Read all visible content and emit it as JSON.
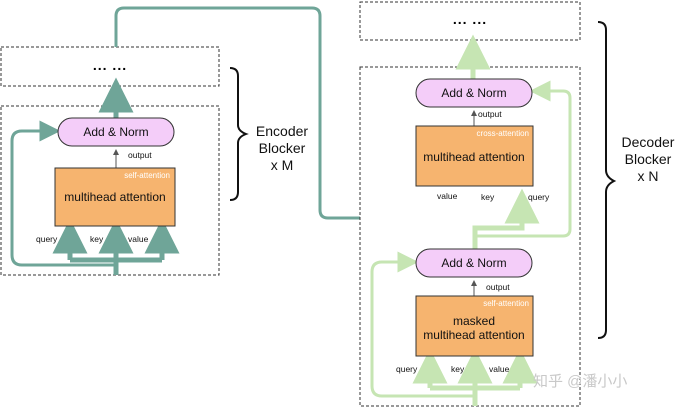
{
  "encoder": {
    "top_box": "... ...",
    "add_norm": "Add & Norm",
    "output": "output",
    "tag": "self-attention",
    "attention": "multihead attention",
    "inputs": [
      "query",
      "key",
      "value"
    ],
    "brace_lines": [
      "Encoder",
      "Blocker",
      "x M"
    ]
  },
  "decoder": {
    "top_box": "... ...",
    "add_norm_top": "Add & Norm",
    "output_top": "output",
    "cross_tag": "cross-attention",
    "cross_attention": "multihead attention",
    "cross_inputs": [
      "value",
      "key",
      "query"
    ],
    "add_norm_bottom": "Add & Norm",
    "output_bottom": "output",
    "masked_tag": "self-attention",
    "masked_line1": "masked",
    "masked_line2": "multihead attention",
    "masked_inputs": [
      "query",
      "key",
      "value"
    ],
    "brace_lines": [
      "Decoder",
      "Blocker",
      "x N"
    ]
  },
  "watermark": "知乎 @潘小小",
  "colors": {
    "encoder_arrow": "#6fa598",
    "decoder_arrow": "#c6e5b3",
    "norm_fill": "#f4cdf9",
    "attention_fill": "#f6b46f"
  }
}
